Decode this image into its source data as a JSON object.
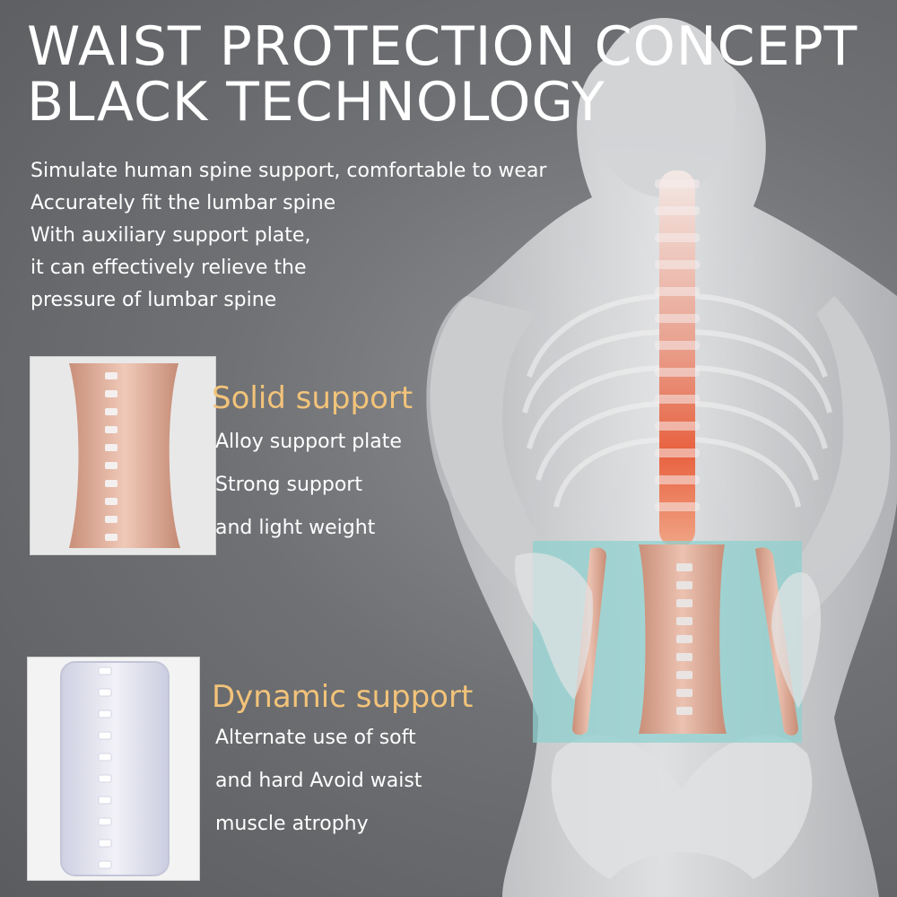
{
  "header": {
    "title_line1": "WAIST PROTECTION CONCEPT",
    "title_line2": "BLACK TECHNOLOGY"
  },
  "description": [
    "Simulate human spine support, comfortable to wear",
    "Accurately fit the lumbar spine",
    "With auxiliary support plate,",
    "it can effectively relieve the",
    "pressure of lumbar spine"
  ],
  "features": [
    {
      "title": "Solid support",
      "lines": [
        "Alloy support plate",
        "Strong support",
        "and light weight"
      ]
    },
    {
      "title": "Dynamic support",
      "lines": [
        "Alternate use of soft",
        "and hard Avoid waist",
        "muscle atrophy"
      ]
    }
  ],
  "colors": {
    "background": "#707275",
    "title": "#ffffff",
    "feature_title": "#f2c37a",
    "plate": "#d9a58f",
    "belt": "#8fd0cf",
    "spine_highlight": "#e8613f"
  }
}
